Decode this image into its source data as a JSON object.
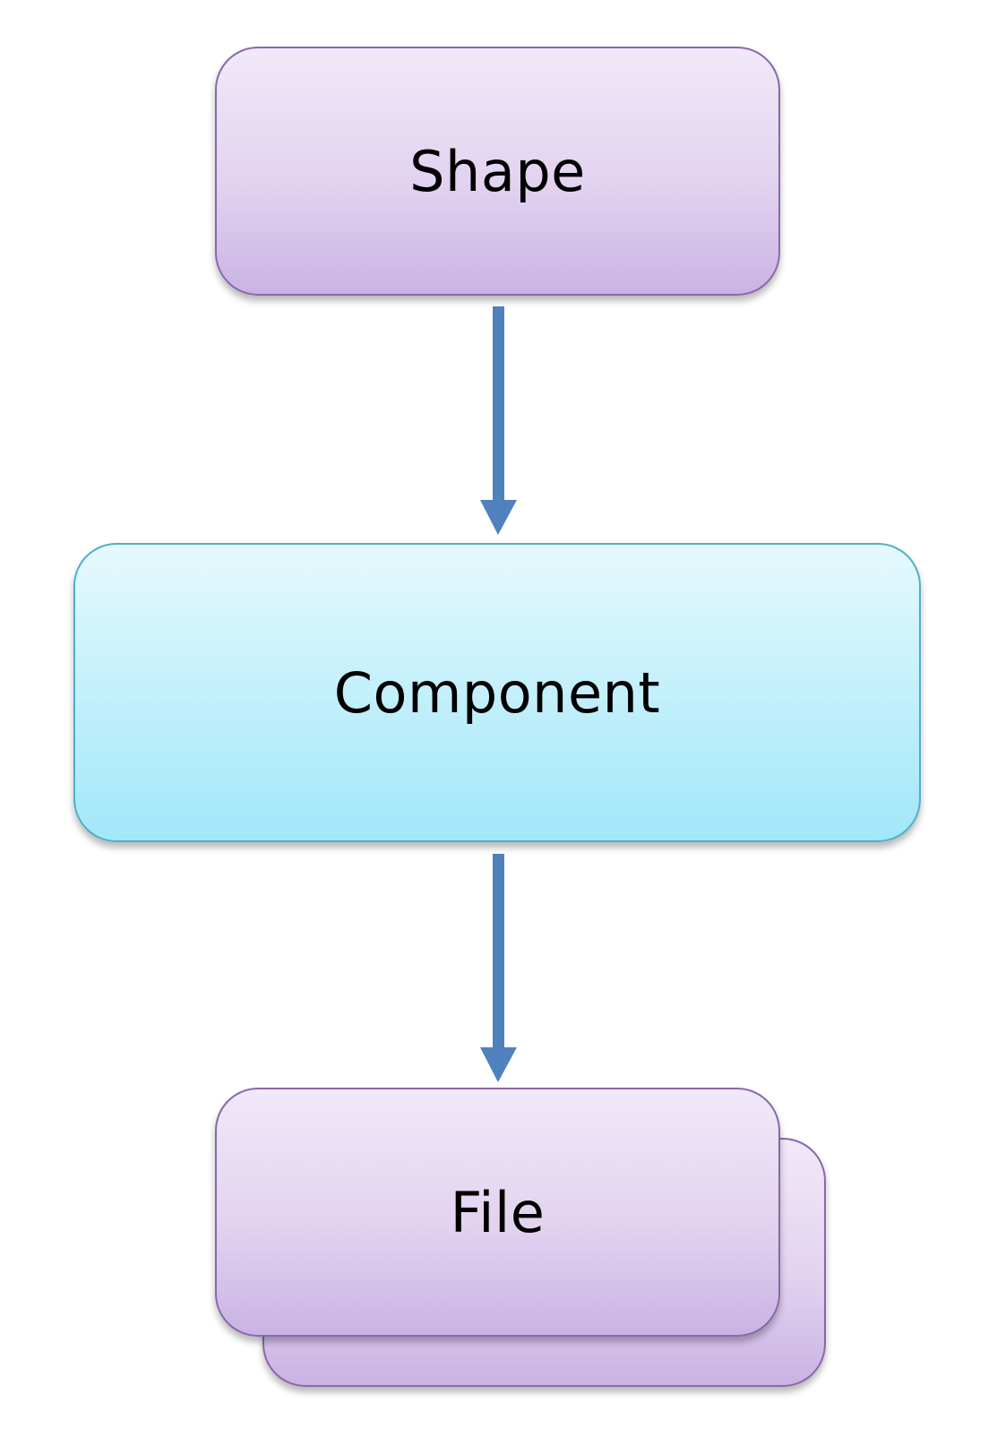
{
  "diagram": {
    "nodes": {
      "shape": {
        "label": "Shape"
      },
      "component": {
        "label": "Component"
      },
      "file": {
        "label": "File"
      }
    },
    "edges": [
      {
        "from": "Shape",
        "to": "Component"
      },
      {
        "from": "Component",
        "to": "File"
      }
    ]
  },
  "colors": {
    "purple_fill": "#e2d3f0",
    "purple_border": "#8a68aa",
    "cyan_fill": "#c3f0fb",
    "cyan_border": "#4fb0c6",
    "arrow": "#4f81bd"
  }
}
